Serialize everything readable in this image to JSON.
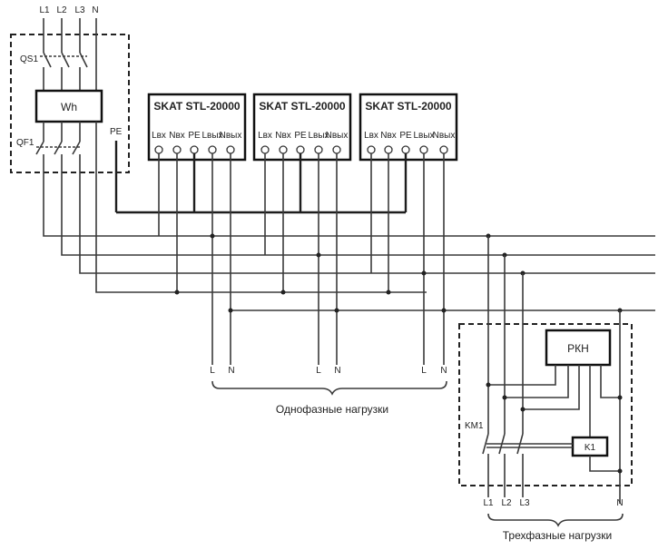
{
  "inputs": {
    "l1": "L1",
    "l2": "L2",
    "l3": "L3",
    "n": "N"
  },
  "panel": {
    "breaker_top": "QS1",
    "meter": "Wh",
    "breaker_bottom": "QF1",
    "pe": "PE"
  },
  "devices": [
    {
      "model": "SKAT STL-20000",
      "terminals": {
        "l_in": "Lвх",
        "n_in": "Nвх",
        "pe": "PE",
        "l_out": "Lвых",
        "n_out": "Nвых"
      }
    },
    {
      "model": "SKAT STL-20000",
      "terminals": {
        "l_in": "Lвх",
        "n_in": "Nвх",
        "pe": "PE",
        "l_out": "Lвых",
        "n_out": "Nвых"
      }
    },
    {
      "model": "SKAT STL-20000",
      "terminals": {
        "l_in": "Lвх",
        "n_in": "Nвх",
        "pe": "PE",
        "l_out": "Lвых",
        "n_out": "Nвых"
      }
    }
  ],
  "single_phase": {
    "outputs": [
      {
        "l": "L",
        "n": "N"
      },
      {
        "l": "L",
        "n": "N"
      },
      {
        "l": "L",
        "n": "N"
      }
    ],
    "caption": "Однофазные нагрузки"
  },
  "three_phase": {
    "relay_unit": "РКН",
    "coil": "K1",
    "contactor": "KM1",
    "outputs": {
      "l1": "L1",
      "l2": "L2",
      "l3": "L3",
      "n": "N"
    },
    "caption": "Трехфазные нагрузки"
  }
}
